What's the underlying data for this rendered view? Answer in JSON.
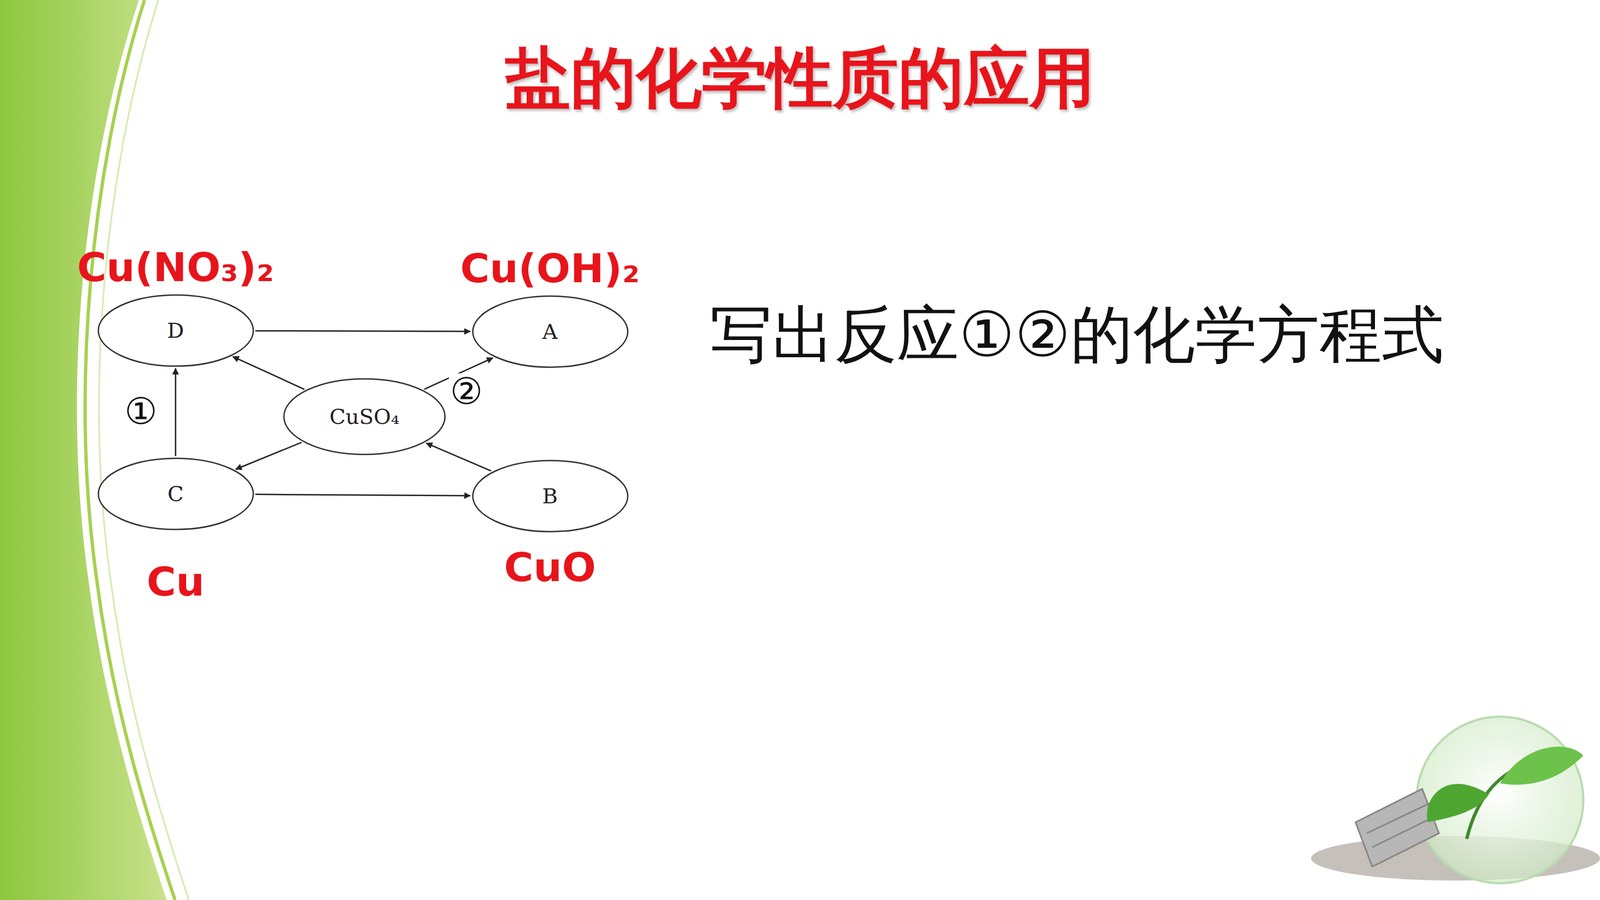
{
  "diagram": {
    "title": "盐的化学性质的应用",
    "nodes": [
      {
        "text": [
          "Cu(NO₃)₂",
          "D"
        ]
      },
      {
        "text": [
          "Cu(OH)₂",
          "A"
        ]
      },
      {
        "text": [
          "CuSO₄"
        ]
      },
      {
        "text": [
          "C",
          "Cu"
        ]
      },
      {
        "text": [
          "B",
          "CuO"
        ]
      }
    ],
    "edges": [
      {
        "from": 0,
        "to": 1,
        "arrow": "to"
      },
      {
        "from": 2,
        "to": 0,
        "arrow": "to"
      },
      {
        "from": 2,
        "to": 1,
        "label": "②",
        "arrow": "to"
      },
      {
        "from": 3,
        "to": 0,
        "label": "①",
        "arrow": "to"
      },
      {
        "from": 2,
        "to": 3,
        "arrow": "to"
      },
      {
        "from": 4,
        "to": 2,
        "arrow": "to"
      },
      {
        "from": 3,
        "to": 4,
        "arrow": "to"
      }
    ],
    "labels": [
      "写出反应①②的化学方程式"
    ]
  }
}
